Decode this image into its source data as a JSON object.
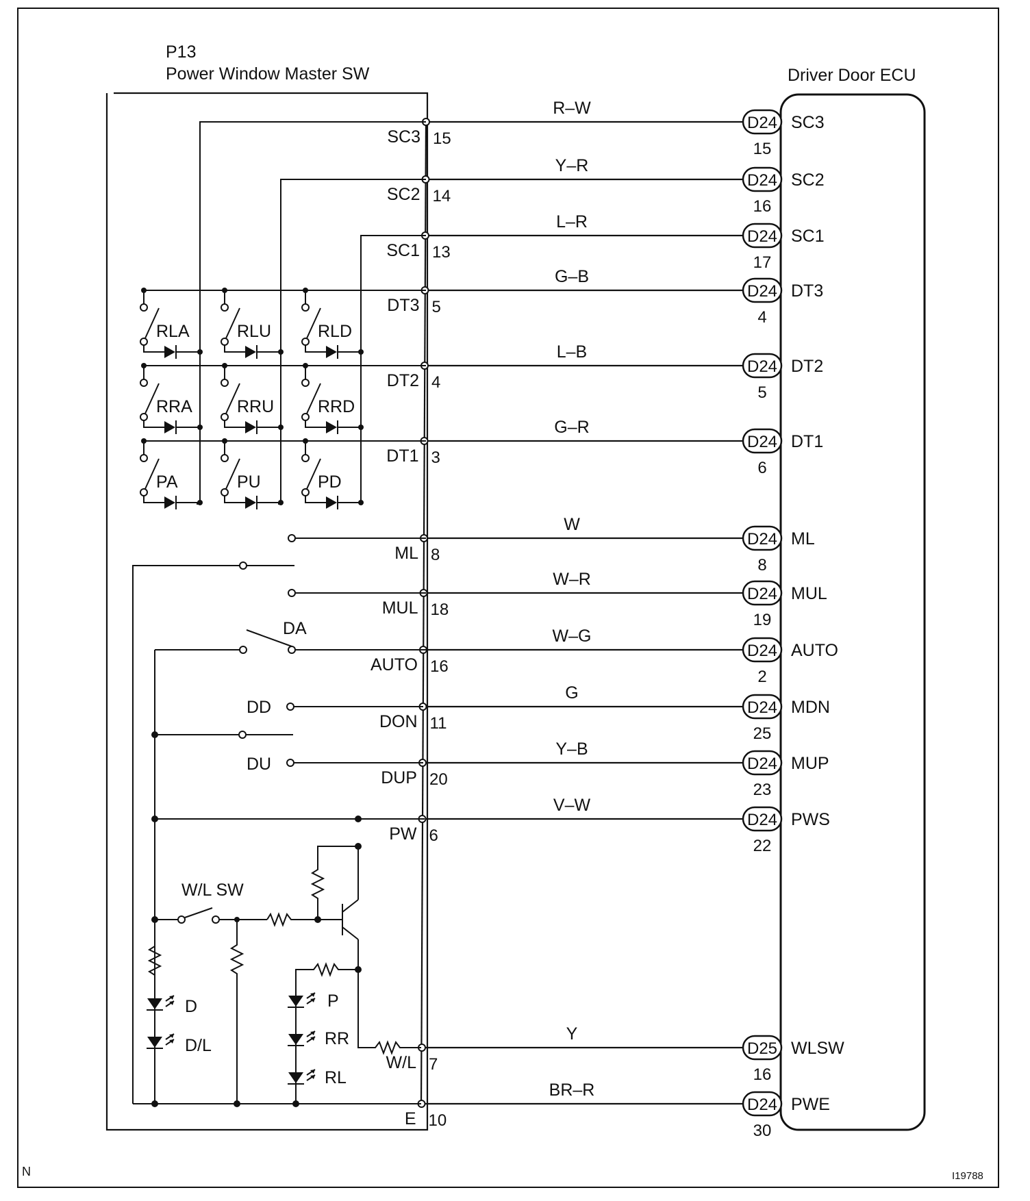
{
  "title": {
    "code": "P13",
    "name": "Power Window Master SW"
  },
  "ecu_title": "Driver Door ECU",
  "footer_left": "N",
  "footer_right": "I19788",
  "lines": [
    {
      "sw_label": "SC3",
      "sw_pin": "15",
      "color": "R–W",
      "conn": "D24",
      "ecu_pin": "15",
      "ecu_label": "SC3"
    },
    {
      "sw_label": "SC2",
      "sw_pin": "14",
      "color": "Y–R",
      "conn": "D24",
      "ecu_pin": "16",
      "ecu_label": "SC2"
    },
    {
      "sw_label": "SC1",
      "sw_pin": "13",
      "color": "L–R",
      "conn": "D24",
      "ecu_pin": "17",
      "ecu_label": "SC1"
    },
    {
      "sw_label": "DT3",
      "sw_pin": "5",
      "color": "G–B",
      "conn": "D24",
      "ecu_pin": "4",
      "ecu_label": "DT3"
    },
    {
      "sw_label": "DT2",
      "sw_pin": "4",
      "color": "L–B",
      "conn": "D24",
      "ecu_pin": "5",
      "ecu_label": "DT2"
    },
    {
      "sw_label": "DT1",
      "sw_pin": "3",
      "color": "G–R",
      "conn": "D24",
      "ecu_pin": "6",
      "ecu_label": "DT1"
    },
    {
      "sw_label": "ML",
      "sw_pin": "8",
      "color": "W",
      "conn": "D24",
      "ecu_pin": "8",
      "ecu_label": "ML"
    },
    {
      "sw_label": "MUL",
      "sw_pin": "18",
      "color": "W–R",
      "conn": "D24",
      "ecu_pin": "19",
      "ecu_label": "MUL"
    },
    {
      "sw_label": "AUTO",
      "sw_pin": "16",
      "color": "W–G",
      "conn": "D24",
      "ecu_pin": "2",
      "ecu_label": "AUTO"
    },
    {
      "sw_label": "DON",
      "sw_pin": "11",
      "color": "G",
      "conn": "D24",
      "ecu_pin": "25",
      "ecu_label": "MDN"
    },
    {
      "sw_label": "DUP",
      "sw_pin": "20",
      "color": "Y–B",
      "conn": "D24",
      "ecu_pin": "23",
      "ecu_label": "MUP"
    },
    {
      "sw_label": "PW",
      "sw_pin": "6",
      "color": "V–W",
      "conn": "D24",
      "ecu_pin": "22",
      "ecu_label": "PWS"
    },
    {
      "sw_label": "W/L",
      "sw_pin": "7",
      "color": "Y",
      "conn": "D25",
      "ecu_pin": "16",
      "ecu_label": "WLSW"
    },
    {
      "sw_label": "E",
      "sw_pin": "10",
      "color": "BR–R",
      "conn": "D24",
      "ecu_pin": "30",
      "ecu_label": "PWE"
    }
  ],
  "matrix_switches": [
    "RLA",
    "RLU",
    "RLD",
    "RRA",
    "RRU",
    "RRD",
    "PA",
    "PU",
    "PD"
  ],
  "internal_switches": {
    "da": "DA",
    "dd": "DD",
    "du": "DU",
    "wl_sw": "W/L SW"
  },
  "leds": {
    "d": "D",
    "dl": "D/L",
    "p": "P",
    "rr": "RR",
    "rl": "RL"
  }
}
